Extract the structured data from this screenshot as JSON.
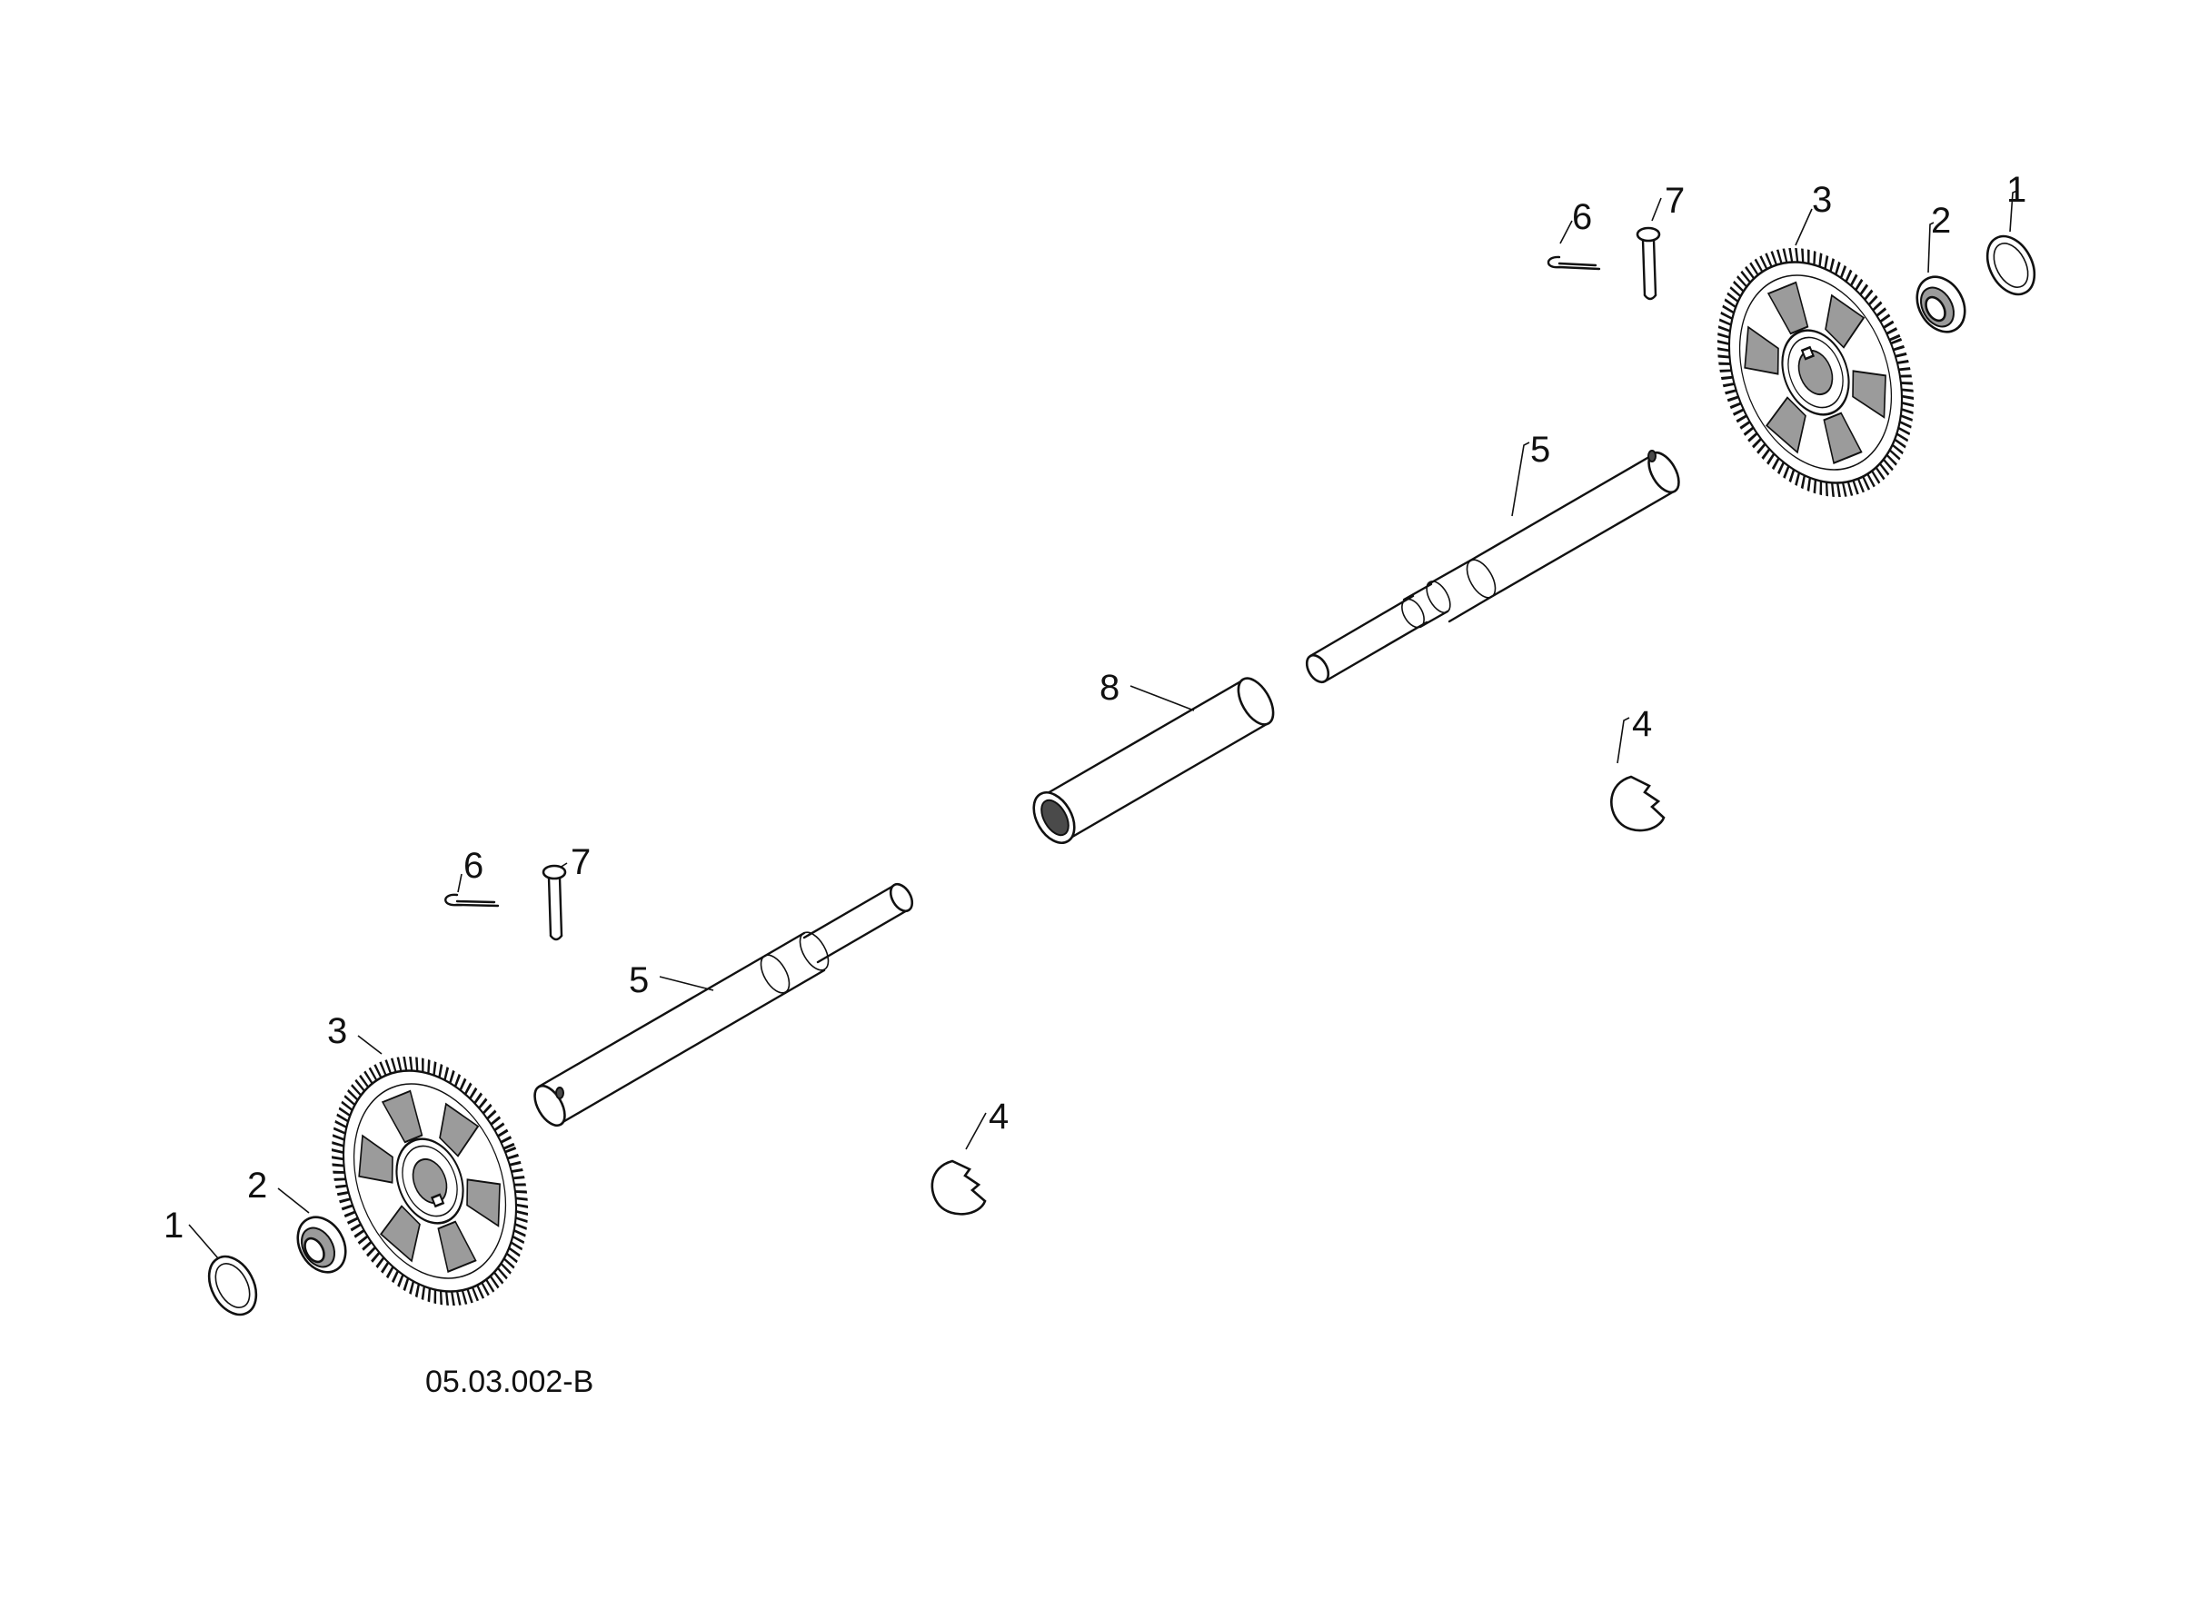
{
  "figure_code": "05.03.002-B",
  "callouts": {
    "washer_left": "1",
    "bushing_left": "2",
    "gear_left": "3",
    "e_ring_left": "4",
    "shaft_left": "5",
    "cotter_left": "6",
    "pin_left": "7",
    "tube_center": "8",
    "washer_right": "1",
    "bushing_right": "2",
    "gear_right": "3",
    "e_ring_right": "4",
    "shaft_right": "5",
    "cotter_right": "6",
    "pin_right": "7"
  }
}
